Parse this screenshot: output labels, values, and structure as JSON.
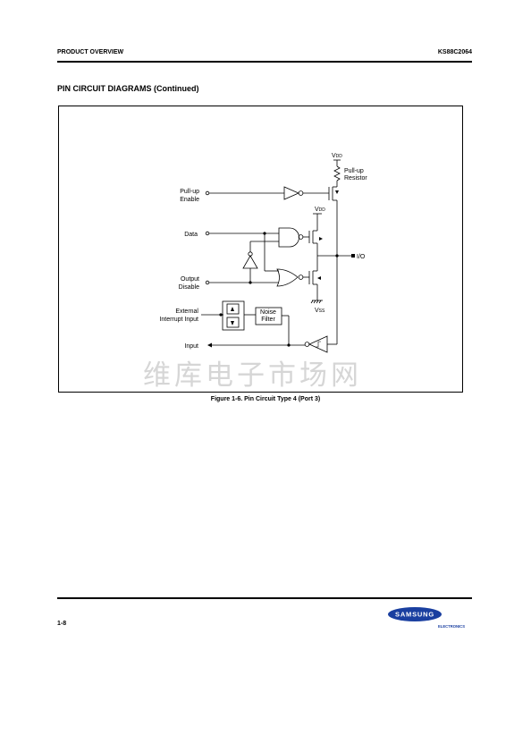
{
  "header": {
    "left": "PRODUCT OVERVIEW",
    "right": "KS88C2064"
  },
  "section_title": "PIN CIRCUIT DIAGRAMS (Continued)",
  "diagram": {
    "labels": {
      "vdd_top": "V",
      "vdd_top_sub": "DD",
      "pullup_resistor_1": "Pull-up",
      "pullup_resistor_2": "Resistor",
      "pullup_enable_1": "Pull-up",
      "pullup_enable_2": "Enable",
      "vdd_mid": "V",
      "vdd_mid_sub": "DD",
      "data": "Data",
      "io": "I/O",
      "output_disable_1": "Output",
      "output_disable_2": "Disable",
      "vss": "V",
      "vss_sub": "SS",
      "ext_int_1": "External",
      "ext_int_2": "Interrupt Input",
      "noise_filter_1": "Noise",
      "noise_filter_2": "Filter",
      "input": "Input"
    }
  },
  "watermark": "维库电子市场网",
  "caption": "Figure 1-6. Pin Circuit Type 4 (Port 3)",
  "footer": {
    "page_number": "1-8",
    "logo_text": "SAMSUNG",
    "logo_subtext": "ELECTRONICS"
  },
  "colors": {
    "logo_blue": "#1a3fa0",
    "watermark": "#d6d6d6"
  }
}
